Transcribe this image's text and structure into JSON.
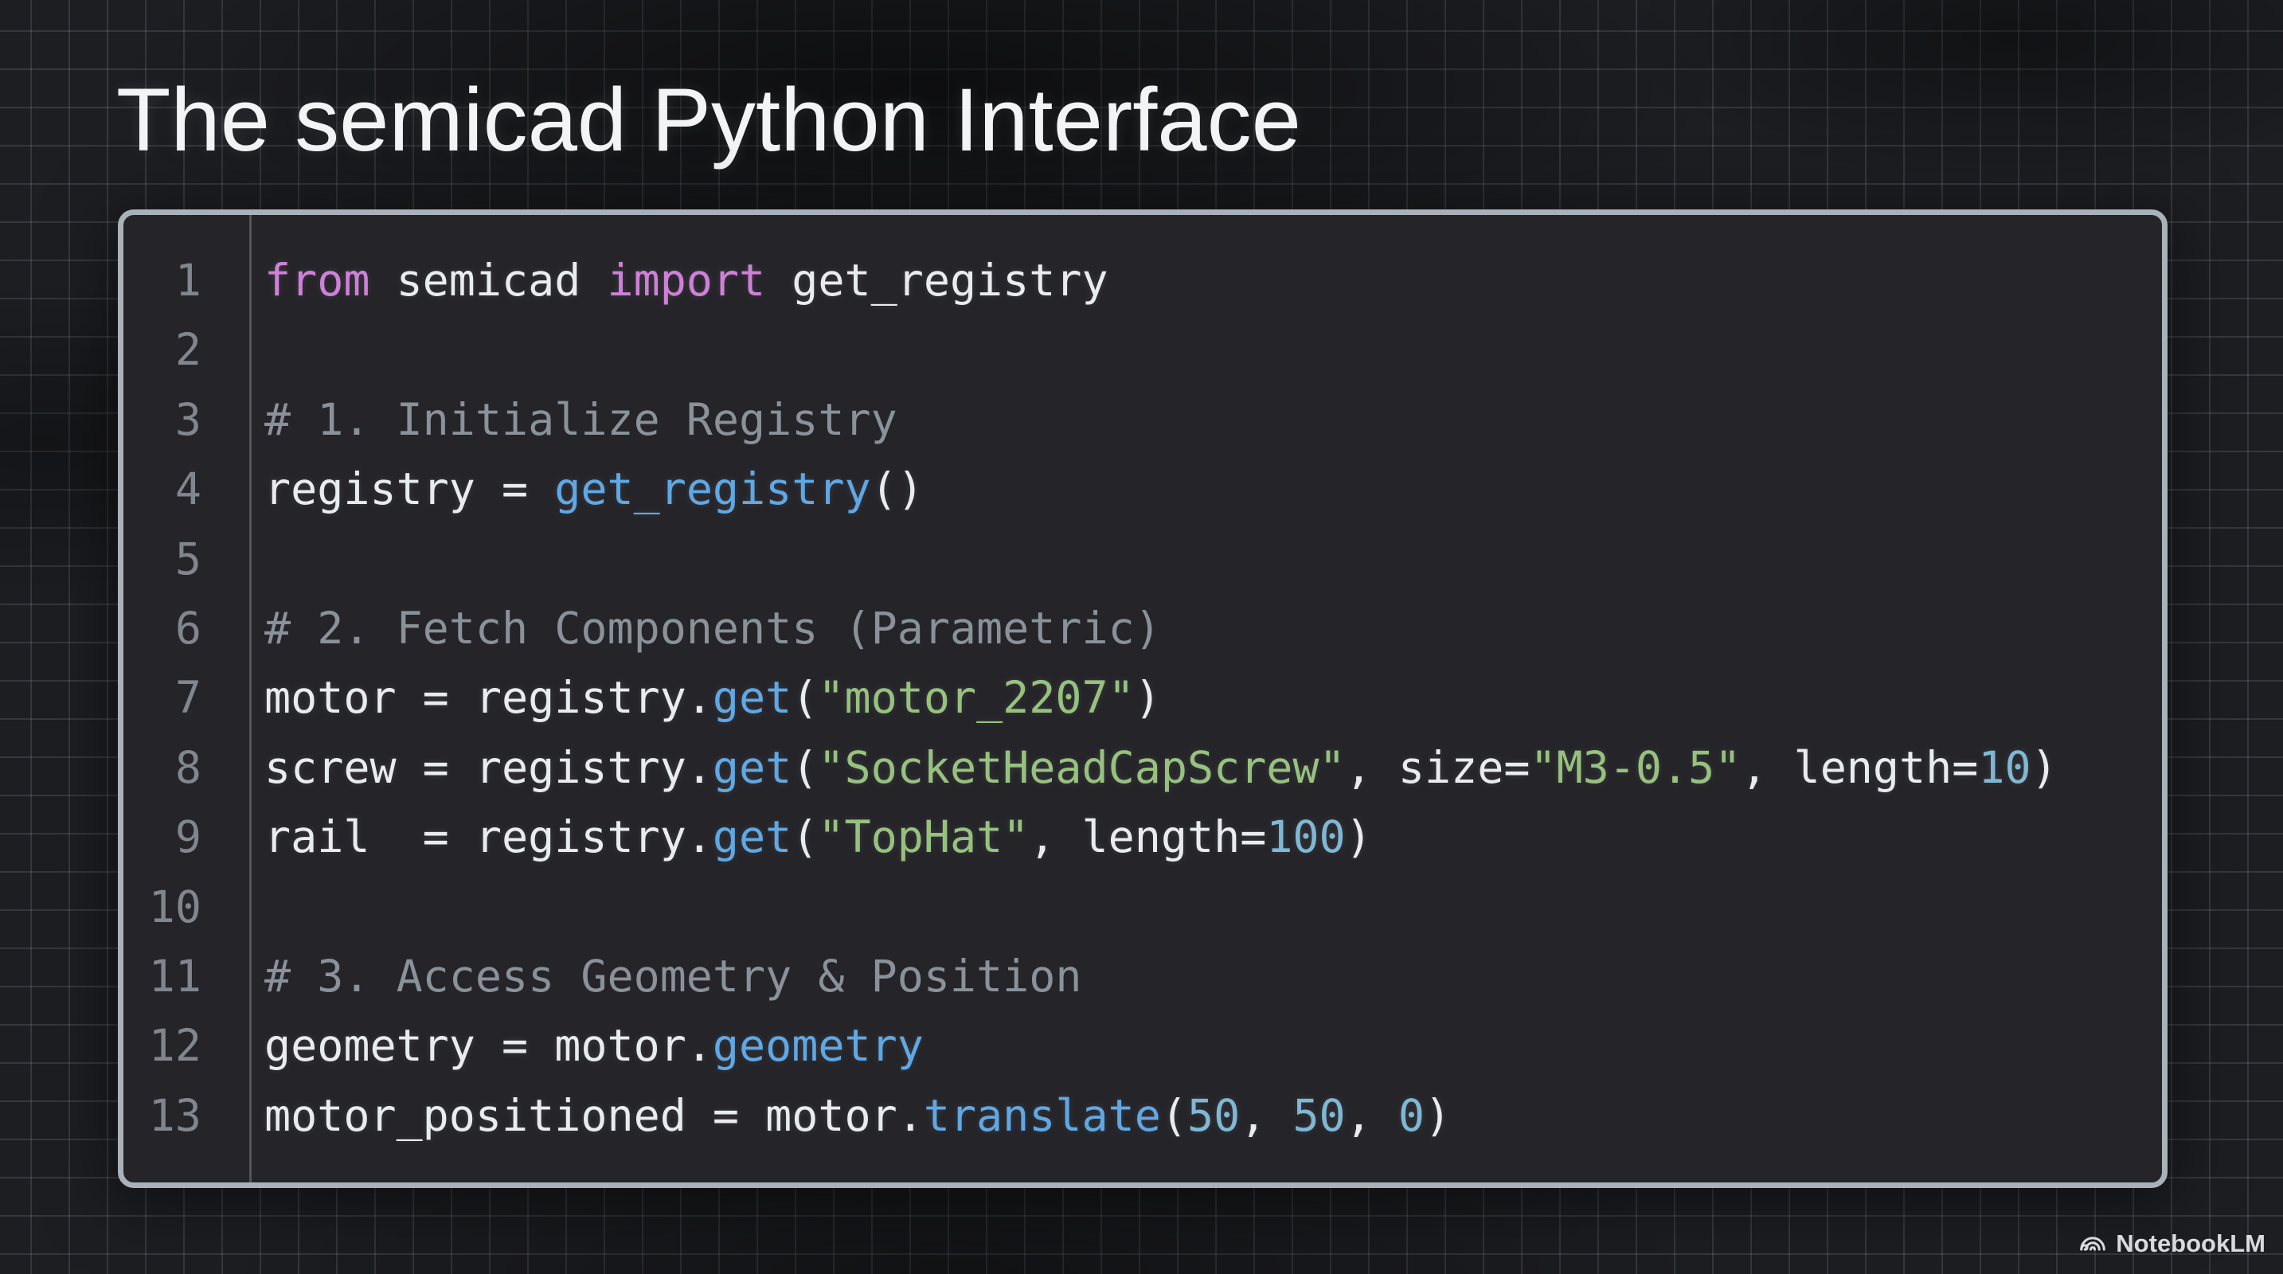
{
  "title": "The semicad Python Interface",
  "watermark": {
    "label": "NotebookLM",
    "icon": "notebooklm-logo"
  },
  "colors": {
    "background": "#1d1e22",
    "grid_line": "#3f434a",
    "panel_background": "#242429",
    "panel_border": "#aab1b9",
    "gutter_divider": "#515459",
    "line_number": "#81868e",
    "code_default": "#e9ecef",
    "keyword": "#cf80d8",
    "comment": "#8a9199",
    "function": "#5fa8e5",
    "string": "#97c27e",
    "number": "#7fb8d5",
    "title_text": "#f3f4f6"
  },
  "code": {
    "language": "python",
    "lines": [
      {
        "num": "1",
        "tokens": [
          {
            "t": "from",
            "c": "kw"
          },
          {
            "t": " semicad ",
            "c": "pl"
          },
          {
            "t": "import",
            "c": "kw"
          },
          {
            "t": " get_registry",
            "c": "pl"
          }
        ]
      },
      {
        "num": "2",
        "tokens": []
      },
      {
        "num": "3",
        "tokens": [
          {
            "t": "# 1. Initialize Registry",
            "c": "cm"
          }
        ]
      },
      {
        "num": "4",
        "tokens": [
          {
            "t": "registry = ",
            "c": "pl"
          },
          {
            "t": "get_registry",
            "c": "fn"
          },
          {
            "t": "()",
            "c": "pl"
          }
        ]
      },
      {
        "num": "5",
        "tokens": []
      },
      {
        "num": "6",
        "tokens": [
          {
            "t": "# 2. Fetch Components (Parametric)",
            "c": "cm"
          }
        ]
      },
      {
        "num": "7",
        "tokens": [
          {
            "t": "motor = registry.",
            "c": "pl"
          },
          {
            "t": "get",
            "c": "fn"
          },
          {
            "t": "(",
            "c": "pl"
          },
          {
            "t": "\"motor_2207\"",
            "c": "st"
          },
          {
            "t": ")",
            "c": "pl"
          }
        ]
      },
      {
        "num": "8",
        "tokens": [
          {
            "t": "screw = registry.",
            "c": "pl"
          },
          {
            "t": "get",
            "c": "fn"
          },
          {
            "t": "(",
            "c": "pl"
          },
          {
            "t": "\"SocketHeadCapScrew\"",
            "c": "st"
          },
          {
            "t": ", size=",
            "c": "pl"
          },
          {
            "t": "\"M3-0.5\"",
            "c": "st"
          },
          {
            "t": ", length=",
            "c": "pl"
          },
          {
            "t": "10",
            "c": "nu"
          },
          {
            "t": ")",
            "c": "pl"
          }
        ]
      },
      {
        "num": "9",
        "tokens": [
          {
            "t": "rail  = registry.",
            "c": "pl"
          },
          {
            "t": "get",
            "c": "fn"
          },
          {
            "t": "(",
            "c": "pl"
          },
          {
            "t": "\"TopHat\"",
            "c": "st"
          },
          {
            "t": ", length=",
            "c": "pl"
          },
          {
            "t": "100",
            "c": "nu"
          },
          {
            "t": ")",
            "c": "pl"
          }
        ]
      },
      {
        "num": "10",
        "tokens": []
      },
      {
        "num": "11",
        "tokens": [
          {
            "t": "# 3. Access Geometry & Position",
            "c": "cm"
          }
        ]
      },
      {
        "num": "12",
        "tokens": [
          {
            "t": "geometry = motor.",
            "c": "pl"
          },
          {
            "t": "geometry",
            "c": "fn"
          }
        ]
      },
      {
        "num": "13",
        "tokens": [
          {
            "t": "motor_positioned = motor.",
            "c": "pl"
          },
          {
            "t": "translate",
            "c": "fn"
          },
          {
            "t": "(",
            "c": "pl"
          },
          {
            "t": "50",
            "c": "nu"
          },
          {
            "t": ", ",
            "c": "pl"
          },
          {
            "t": "50",
            "c": "nu"
          },
          {
            "t": ", ",
            "c": "pl"
          },
          {
            "t": "0",
            "c": "nu"
          },
          {
            "t": ")",
            "c": "pl"
          }
        ]
      }
    ]
  }
}
